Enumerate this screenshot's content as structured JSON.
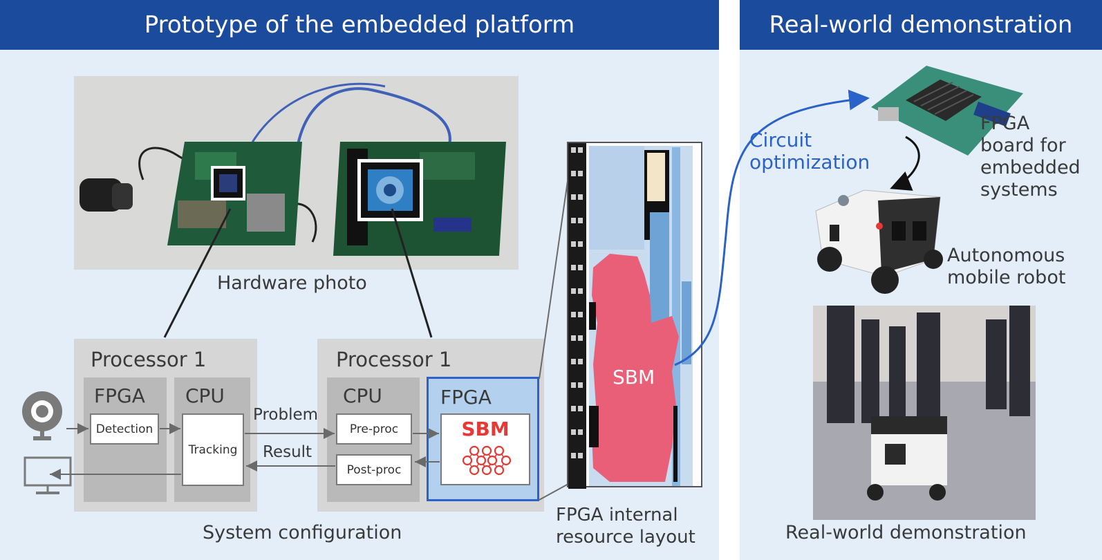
{
  "left_panel": {
    "header": "Prototype of the embedded platform",
    "hardware_caption": "Hardware photo",
    "system_caption": "System configuration",
    "fpga_layout_caption_line1": "FPGA internal",
    "fpga_layout_caption_line2": "resource layout",
    "processor_a": {
      "title": "Processor 1",
      "fpga_label": "FPGA",
      "cpu_label": "CPU",
      "detection_box": "Detection",
      "tracking_box": "Tracking"
    },
    "processor_b": {
      "title": "Processor 1",
      "cpu_label": "CPU",
      "fpga_label": "FPGA",
      "preproc_box": "Pre-proc",
      "postproc_box": "Post-proc",
      "sbm_label": "SBM"
    },
    "flow": {
      "problem_label": "Problem",
      "result_label": "Result"
    },
    "layout_sbm_label": "SBM"
  },
  "right_panel": {
    "header": "Real-world demonstration",
    "circuit_label_line1": "Circuit",
    "circuit_label_line2": "optimization",
    "board_label_line1": "FPGA",
    "board_label_line2": "board for",
    "board_label_line3": "embedded",
    "board_label_line4": "systems",
    "robot_label_line1": "Autonomous",
    "robot_label_line2": "mobile robot",
    "demo_caption": "Real-world demonstration"
  },
  "colors": {
    "header_bg": "#1b4b9c",
    "panel_bg": "#e3eef8",
    "accent_blue": "#2a62c9",
    "sbm_red": "#e53935",
    "sbm_pink": "#ea5f78"
  }
}
